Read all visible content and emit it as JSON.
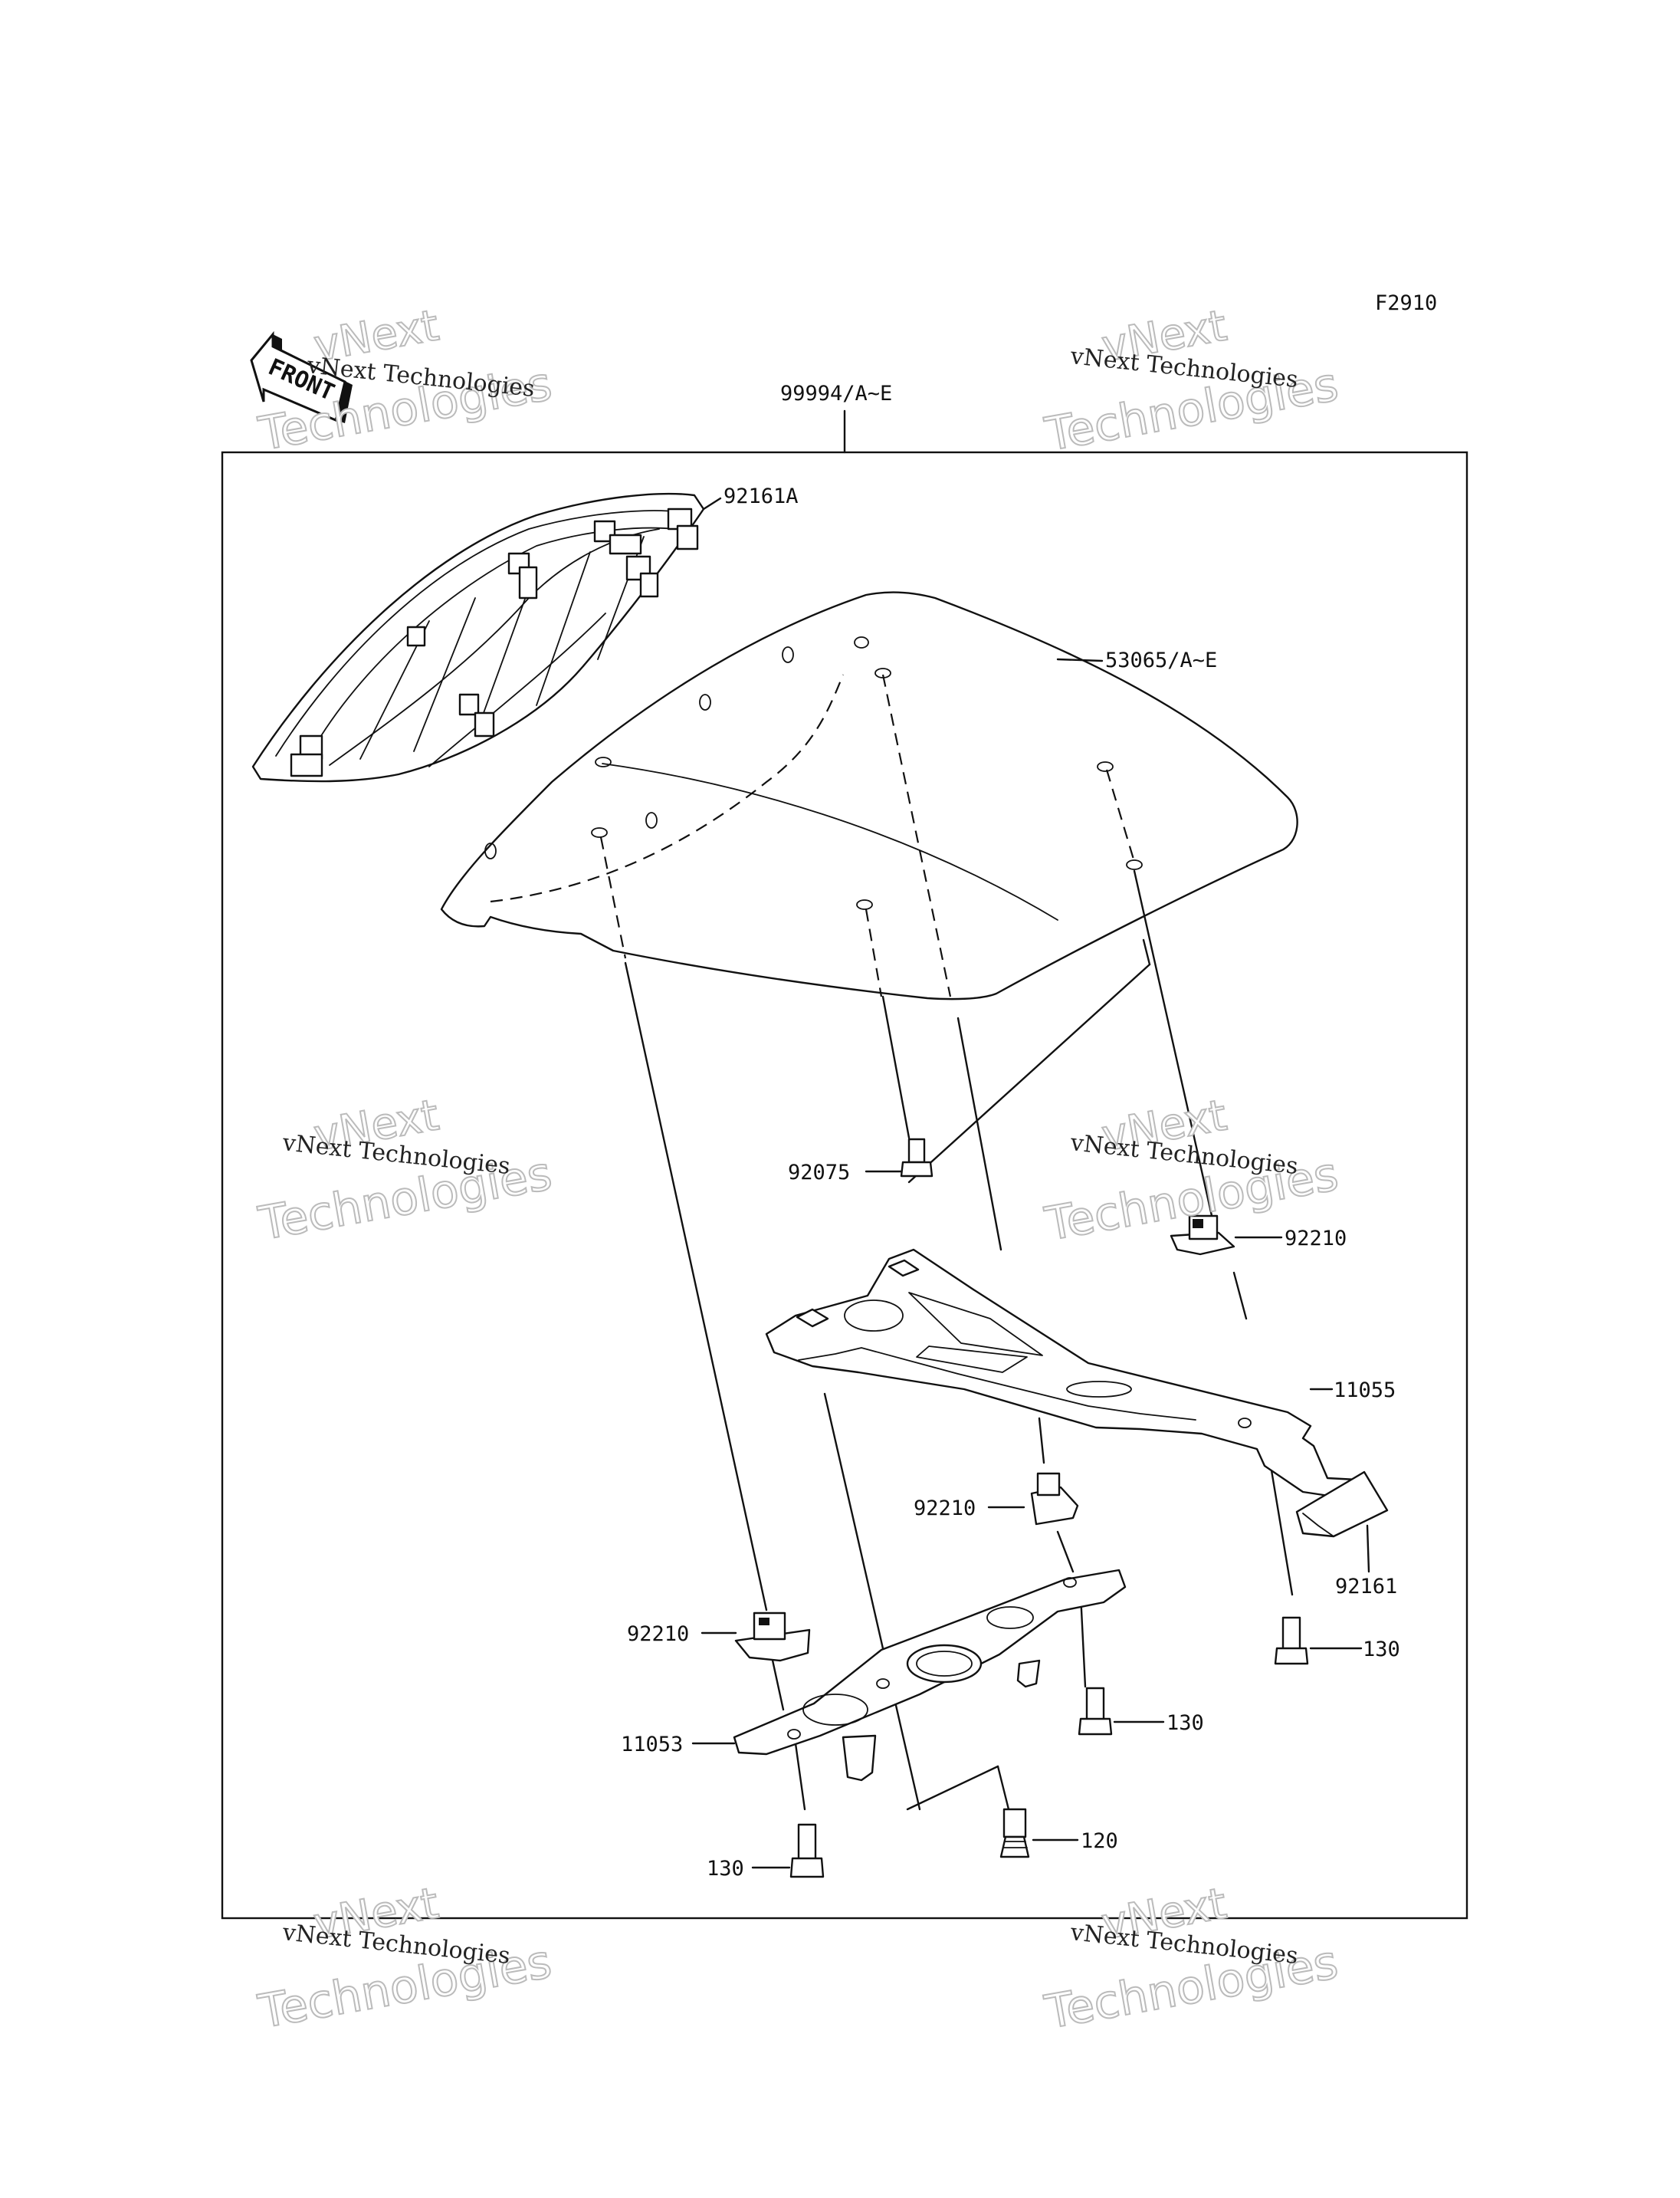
{
  "figure_id": "F2910",
  "assembly_label": "99994/A~E",
  "front_badge": "FRONT",
  "watermark": {
    "line1": "vNext Technologies",
    "line2": "vNext",
    "line3": "Technologies"
  },
  "callouts": {
    "seat_cover_frame": "92161A",
    "seat_cowl": "53065/A~E",
    "screw_92075": "92075",
    "nut_upper_right": "92210",
    "bracket_upper": "11055",
    "nut_middle": "92210",
    "damper_92161": "92161",
    "nut_left": "92210",
    "bracket_lower": "11053",
    "bolt_right": "130",
    "bolt_middle": "130",
    "bolt_120": "120",
    "bolt_bottom_left": "130"
  }
}
